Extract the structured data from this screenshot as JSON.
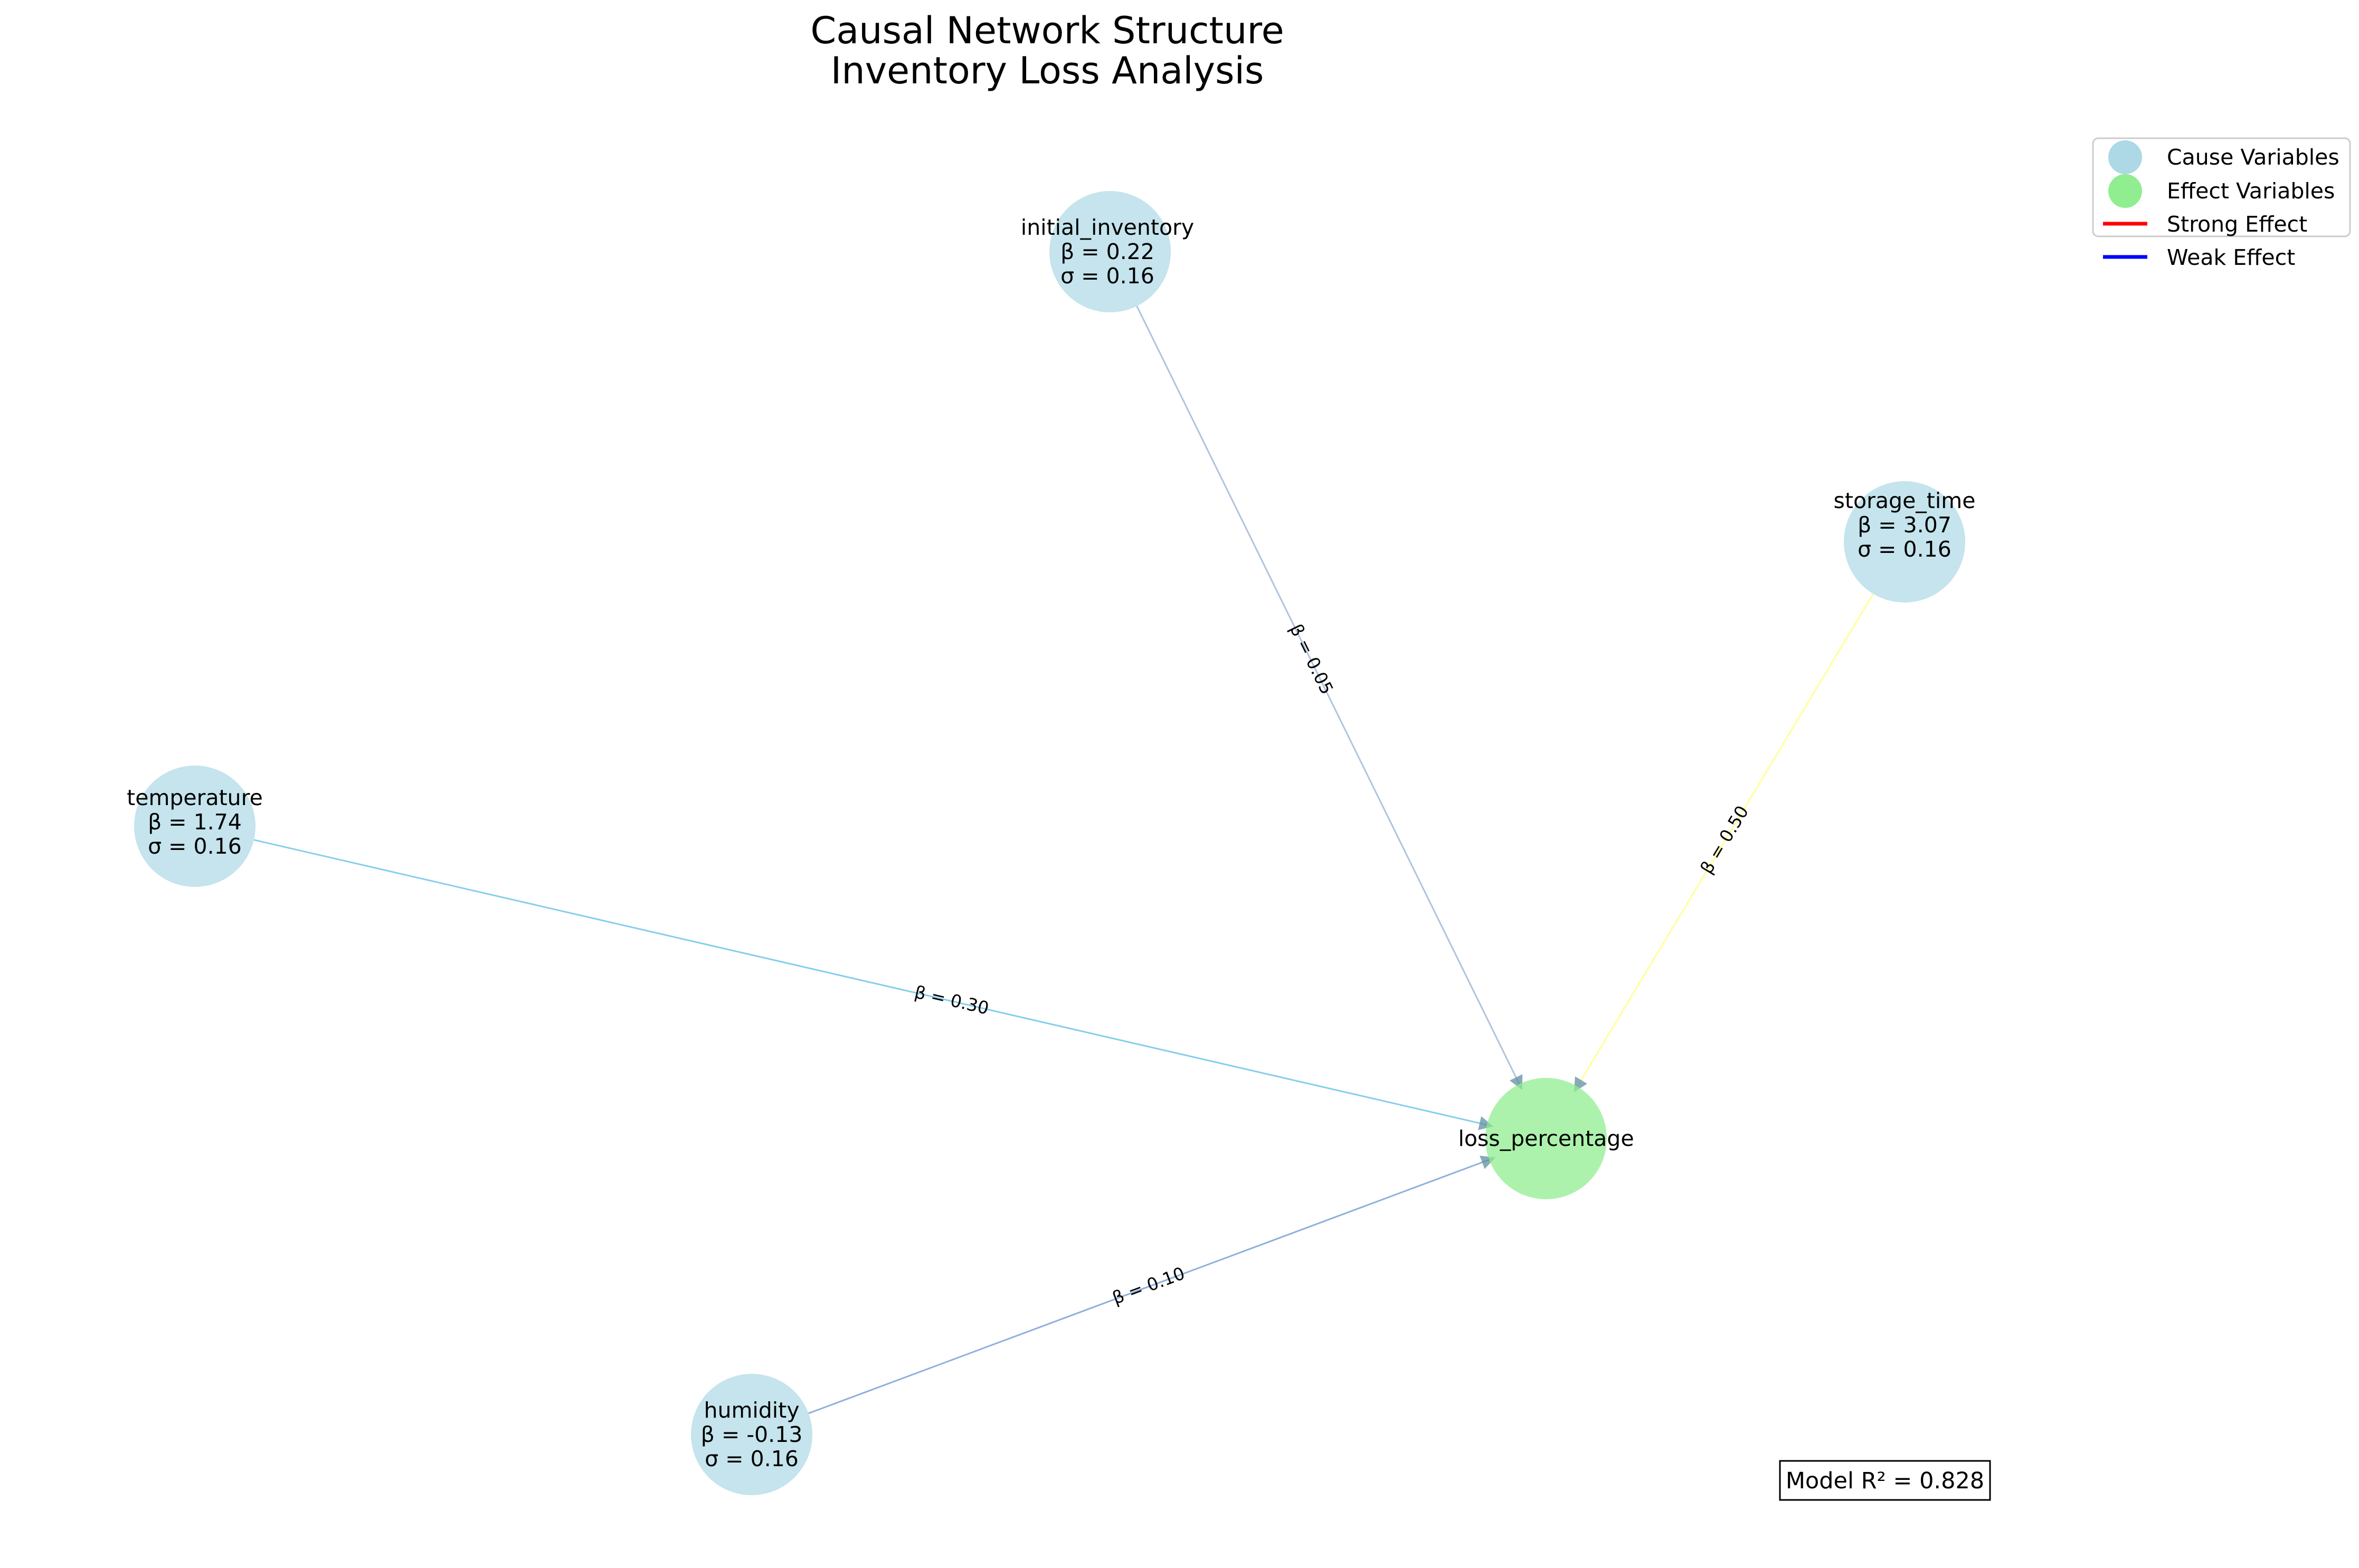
{
  "title": {
    "line1": "Causal Network Structure",
    "line2": "Inventory Loss Analysis"
  },
  "colors": {
    "cause_node": "#add8e6",
    "effect_node": "#90ee90",
    "strong_effect": "#ff0000",
    "weak_effect": "#0000ff"
  },
  "nodes": [
    {
      "id": "initial_inventory",
      "label": "initial_inventory",
      "beta": "β = 0.22",
      "sigma": "σ = 0.16",
      "kind": "cause"
    },
    {
      "id": "storage_time",
      "label": "storage_time",
      "beta": "β = 3.07",
      "sigma": "σ = 0.16",
      "kind": "cause"
    },
    {
      "id": "temperature",
      "label": "temperature",
      "beta": "β = 1.74",
      "sigma": "σ = 0.16",
      "kind": "cause"
    },
    {
      "id": "humidity",
      "label": "humidity",
      "beta": "β = -0.13",
      "sigma": "σ = 0.16",
      "kind": "cause"
    },
    {
      "id": "loss_percentage",
      "label": "loss_percentage",
      "kind": "effect"
    }
  ],
  "edges": [
    {
      "from": "initial_inventory",
      "to": "loss_percentage",
      "label": "β = 0.05",
      "color": "#b0c4de"
    },
    {
      "from": "storage_time",
      "to": "loss_percentage",
      "label": "β = 0.50",
      "color": "#ffff99"
    },
    {
      "from": "temperature",
      "to": "loss_percentage",
      "label": "β = 0.30",
      "color": "#87ceeb"
    },
    {
      "from": "humidity",
      "to": "loss_percentage",
      "label": "β = 0.10",
      "color": "#8fb0dc"
    }
  ],
  "legend": {
    "cause": "Cause Variables",
    "effect": "Effect Variables",
    "strong": "Strong Effect",
    "weak": "Weak Effect"
  },
  "model_r2": "Model R² = 0.828"
}
